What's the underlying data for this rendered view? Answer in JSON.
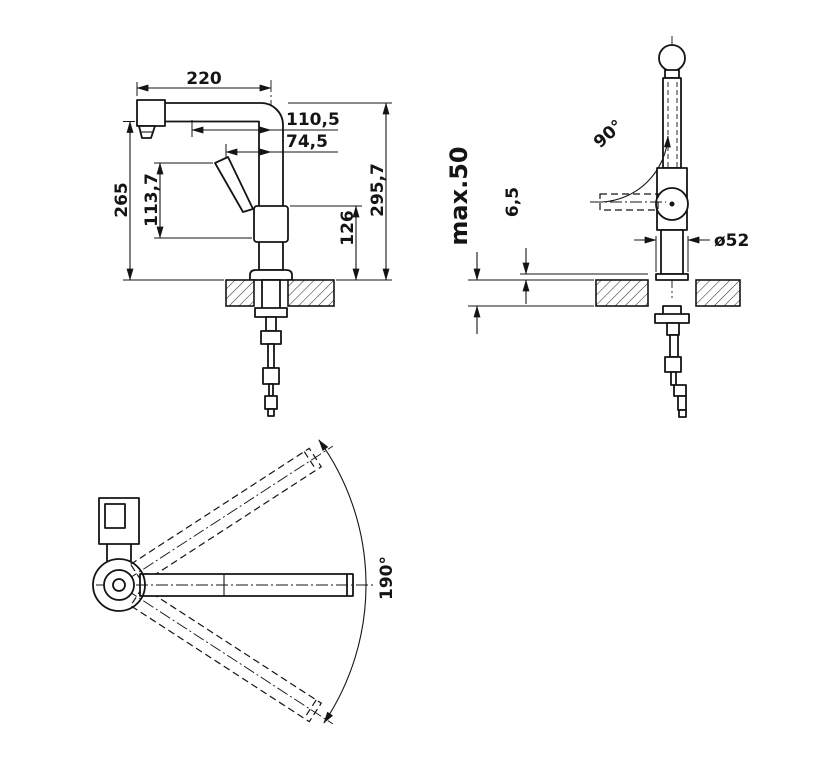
{
  "drawing": {
    "kind": "faucet-installation-dimensions",
    "colors": {
      "ink": "#141414",
      "background": "#ffffff"
    },
    "views": {
      "front": {
        "dims": {
          "spout_reach": "220",
          "nozzle_to_axis": "110,5",
          "handle_to_axis": "74,5",
          "height_under_spout": "265",
          "handle_height": "113,7",
          "body_height": "126",
          "total_height": "295,7"
        }
      },
      "side": {
        "dims": {
          "handle_rotation": "90°",
          "max_mounting_thickness": "max.50",
          "base_plate_height": "6,5",
          "base_diameter": "ø52"
        }
      },
      "plan": {
        "dims": {
          "swivel_angle": "190°"
        }
      }
    }
  }
}
